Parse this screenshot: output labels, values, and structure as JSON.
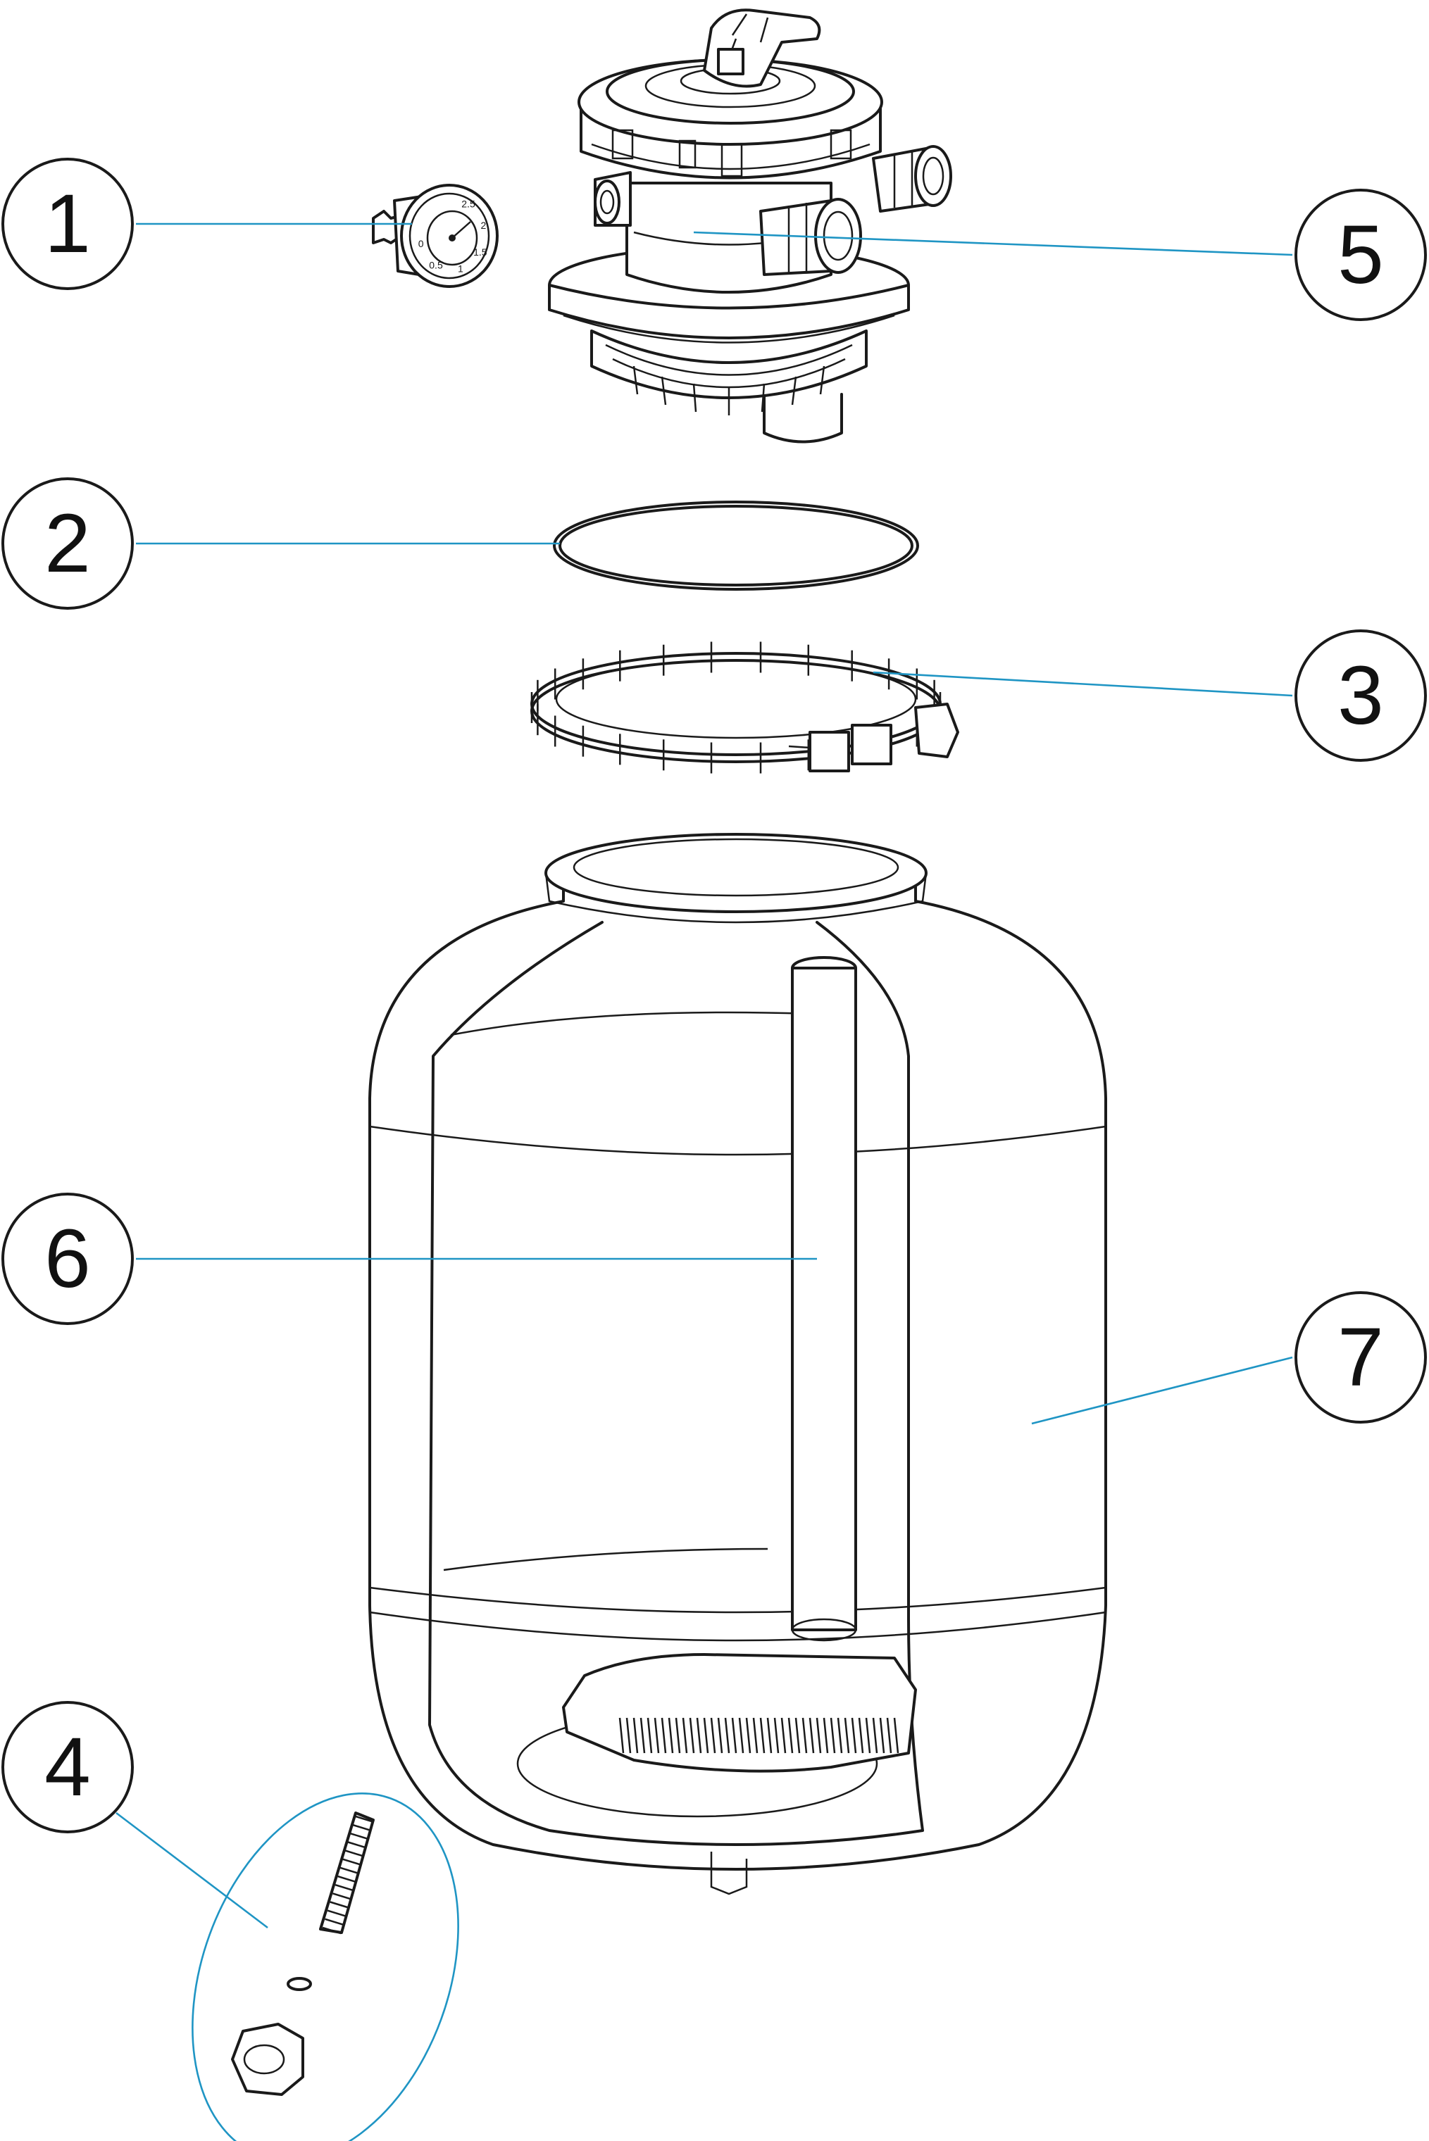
{
  "colors": {
    "line": "#1a1a1a",
    "leader": "#1f95c4",
    "background": "#ffffff"
  },
  "callouts": [
    {
      "label": "1",
      "part": "pressure-gauge"
    },
    {
      "label": "2",
      "part": "o-ring"
    },
    {
      "label": "3",
      "part": "clamp-ring"
    },
    {
      "label": "4",
      "part": "drain-plug-assembly"
    },
    {
      "label": "5",
      "part": "multiport-valve"
    },
    {
      "label": "6",
      "part": "standpipe-collector"
    },
    {
      "label": "7",
      "part": "filter-tank"
    }
  ],
  "gauge_scale": [
    "2.5",
    "2",
    "1.5",
    "1",
    "0.5",
    "0"
  ]
}
